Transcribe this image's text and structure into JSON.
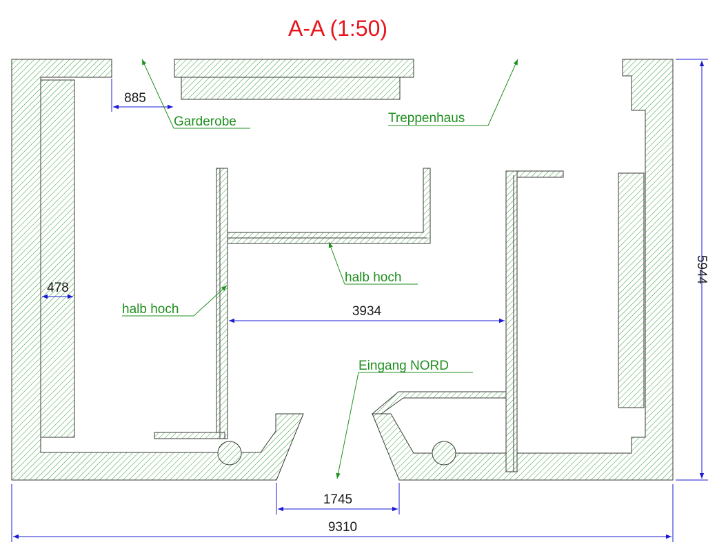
{
  "title": "A-A (1:50)",
  "colors": {
    "title": "#e8141c",
    "wall_outline": "#3a3a3a",
    "hatch": "#2e9a2e",
    "label": "#1f8f1f",
    "dimension": "#1a1ad6"
  },
  "dimensions": {
    "total_width": "9310",
    "total_height": "5944",
    "entrance_width": "1745",
    "garderobe_opening": "885",
    "left_wall_thickness": "478",
    "inner_span": "3934"
  },
  "labels": {
    "garderobe": "Garderobe",
    "treppenhaus": "Treppenhaus",
    "halb_hoch_upper": "halb hoch",
    "halb_hoch_left": "halb hoch",
    "eingang": "Eingang NORD"
  }
}
